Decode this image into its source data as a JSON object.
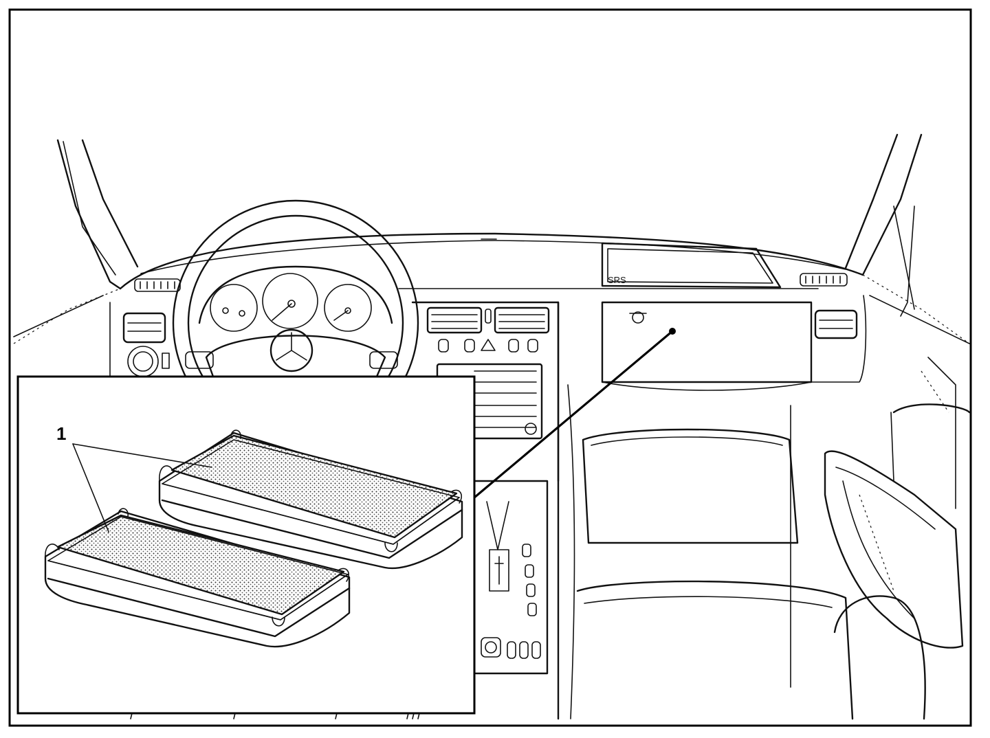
{
  "callouts": [
    {
      "id": "cabin-filter",
      "text": "1"
    }
  ],
  "dashboard": {
    "airbag_label": "SRS"
  }
}
